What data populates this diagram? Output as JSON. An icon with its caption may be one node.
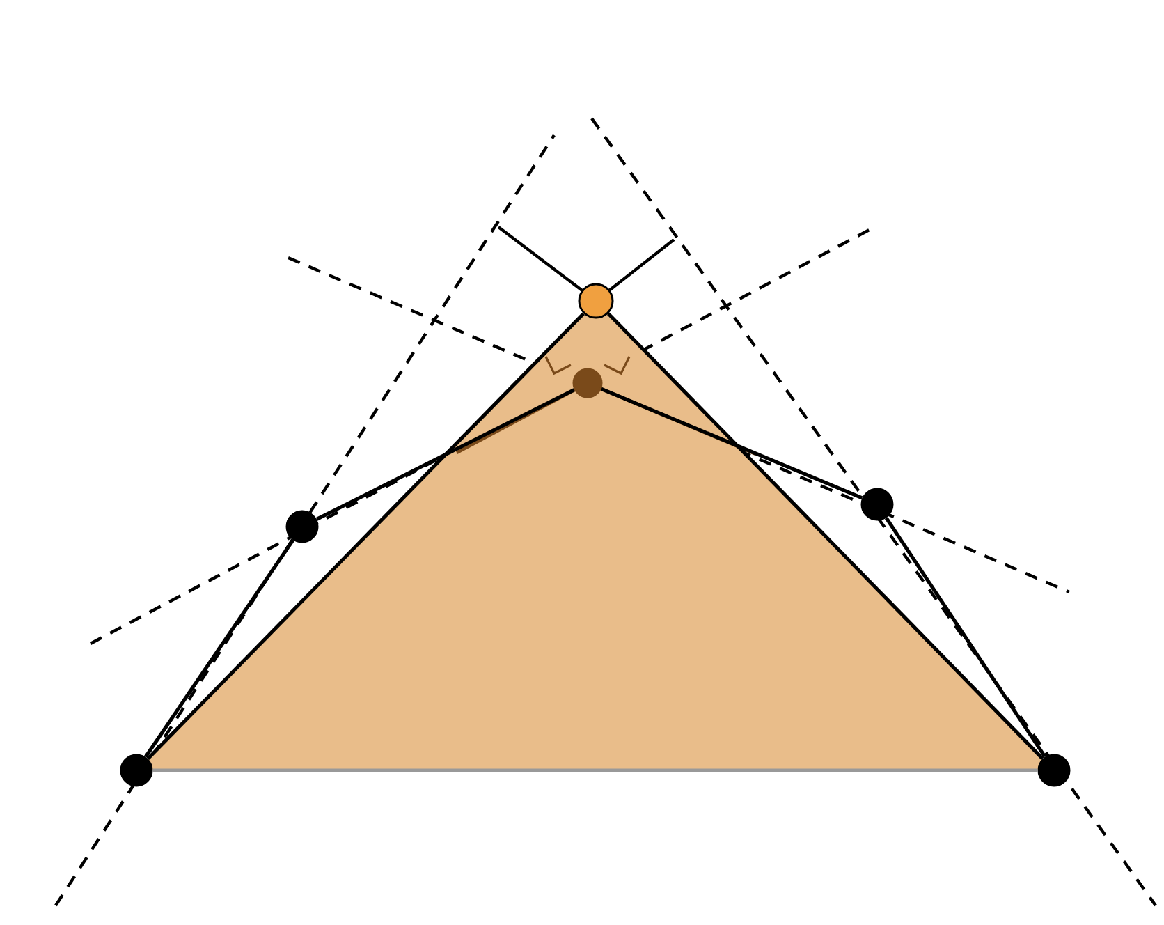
{
  "diagram": {
    "nodes": [
      {
        "text": [],
        "shape": "circle"
      },
      {
        "text": [],
        "shape": "circle"
      },
      {
        "text": [],
        "shape": "circle"
      },
      {
        "text": [],
        "shape": "circle"
      },
      {
        "text": [],
        "shape": "circle"
      },
      {
        "text": [],
        "shape": "circle"
      }
    ],
    "edges": [
      {
        "from": 0,
        "to": 1,
        "arrow": "none"
      },
      {
        "from": 1,
        "to": 3,
        "arrow": "none"
      },
      {
        "from": 3,
        "to": 4,
        "arrow": "none"
      },
      {
        "from": 4,
        "to": 5,
        "arrow": "none"
      },
      {
        "from": 0,
        "to": 2,
        "arrow": "none"
      },
      {
        "from": 2,
        "to": 5,
        "arrow": "none"
      },
      {
        "from": 0,
        "to": 5,
        "arrow": "none",
        "color": "#999999"
      }
    ]
  }
}
